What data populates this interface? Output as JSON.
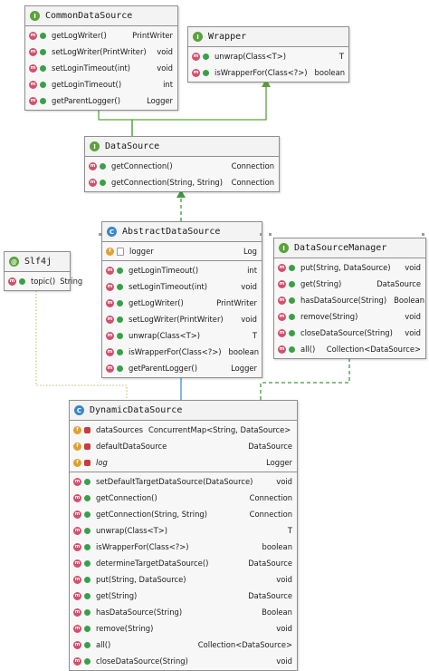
{
  "classes": {
    "common": {
      "title": "CommonDataSource",
      "methods": [
        {
          "name": "getLogWriter()",
          "type": "PrintWriter"
        },
        {
          "name": "setLogWriter(PrintWriter)",
          "type": "void"
        },
        {
          "name": "setLoginTimeout(int)",
          "type": "void"
        },
        {
          "name": "getLoginTimeout()",
          "type": "int"
        },
        {
          "name": "getParentLogger()",
          "type": "Logger"
        }
      ]
    },
    "wrapper": {
      "title": "Wrapper",
      "methods": [
        {
          "name": "unwrap(Class<T>)",
          "type": "T"
        },
        {
          "name": "isWrapperFor(Class<?>)",
          "type": "boolean"
        }
      ]
    },
    "datasource": {
      "title": "DataSource",
      "methods": [
        {
          "name": "getConnection()",
          "type": "Connection"
        },
        {
          "name": "getConnection(String, String)",
          "type": "Connection"
        }
      ]
    },
    "abstract": {
      "title": "AbstractDataSource",
      "fields": [
        {
          "name": "logger",
          "type": "Log"
        }
      ],
      "methods": [
        {
          "name": "getLoginTimeout()",
          "type": "int"
        },
        {
          "name": "setLoginTimeout(int)",
          "type": "void"
        },
        {
          "name": "getLogWriter()",
          "type": "PrintWriter"
        },
        {
          "name": "setLogWriter(PrintWriter)",
          "type": "void"
        },
        {
          "name": "unwrap(Class<T>)",
          "type": "T"
        },
        {
          "name": "isWrapperFor(Class<?>)",
          "type": "boolean"
        },
        {
          "name": "getParentLogger()",
          "type": "Logger"
        }
      ]
    },
    "manager": {
      "title": "DataSourceManager",
      "methods": [
        {
          "name": "put(String, DataSource)",
          "type": "void"
        },
        {
          "name": "get(String)",
          "type": "DataSource"
        },
        {
          "name": "hasDataSource(String)",
          "type": "Boolean"
        },
        {
          "name": "remove(String)",
          "type": "void"
        },
        {
          "name": "closeDataSource(String)",
          "type": "void"
        },
        {
          "name": "all()",
          "type": "Collection<DataSource>"
        }
      ]
    },
    "slf4j": {
      "title": "Slf4j",
      "methods": [
        {
          "name": "topic()",
          "type": "String"
        }
      ]
    },
    "dynamic": {
      "title": "DynamicDataSource",
      "fields": [
        {
          "name": "dataSources",
          "type": "ConcurrentMap<String, DataSource>"
        },
        {
          "name": "defaultDataSource",
          "type": "DataSource"
        },
        {
          "name": "log",
          "type": "Logger"
        }
      ],
      "methods": [
        {
          "name": "setDefaultTargetDataSource(DataSource)",
          "type": "void"
        },
        {
          "name": "getConnection()",
          "type": "Connection"
        },
        {
          "name": "getConnection(String, String)",
          "type": "Connection"
        },
        {
          "name": "unwrap(Class<T>)",
          "type": "T"
        },
        {
          "name": "isWrapperFor(Class<?>)",
          "type": "boolean"
        },
        {
          "name": "determineTargetDataSource()",
          "type": "DataSource"
        },
        {
          "name": "put(String, DataSource)",
          "type": "void"
        },
        {
          "name": "get(String)",
          "type": "DataSource"
        },
        {
          "name": "hasDataSource(String)",
          "type": "Boolean"
        },
        {
          "name": "remove(String)",
          "type": "void"
        },
        {
          "name": "all()",
          "type": "Collection<DataSource>"
        },
        {
          "name": "closeDataSource(String)",
          "type": "void"
        }
      ]
    }
  },
  "colors": {
    "extends": "#5aa33c",
    "implements": "#3f9a3f",
    "inherits_class": "#3d8fd6",
    "uses": "#c8b870",
    "method_icon": "#d2506c",
    "field_icon": "#e0a030",
    "interface_badge": "#5aa33c",
    "class_badge": "#3a86c8"
  },
  "icons": {
    "interface": "interface-badge-icon",
    "class": "class-badge-icon",
    "annotation": "annotation-badge-icon",
    "method": "method-icon",
    "field": "field-icon"
  }
}
